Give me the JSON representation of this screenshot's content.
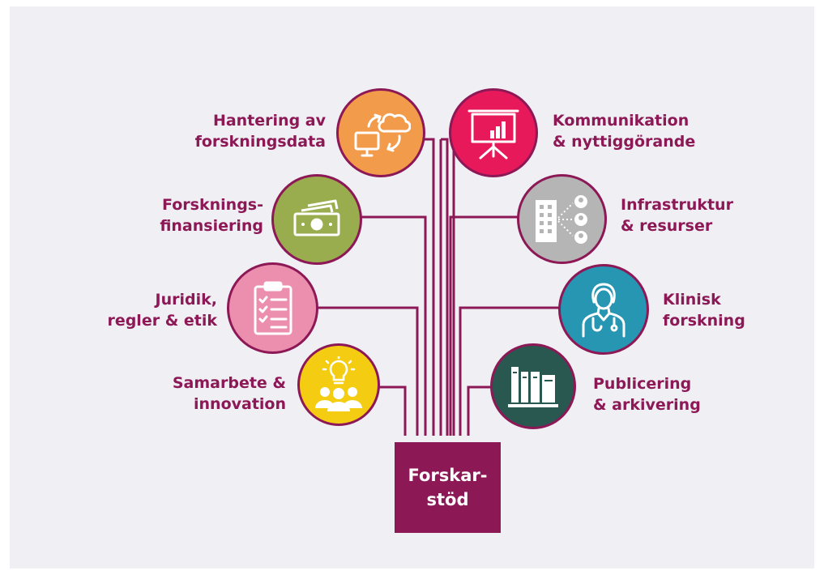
{
  "diagram": {
    "root": {
      "line1": "Forskar-",
      "line2": "stöd"
    },
    "colors": {
      "accent": "#8d1856",
      "background": "#efeff4",
      "data_management": "#f29b4b",
      "funding": "#9aad4e",
      "legal": "#ec8fae",
      "collaboration": "#f4cd12",
      "communication": "#e8195a",
      "infrastructure": "#b5b5b5",
      "clinical": "#2796b2",
      "publishing": "#285850"
    },
    "branches": [
      {
        "id": "data-management",
        "line1": "Hantering av",
        "line2": "forskningsdata",
        "icon": "computer-cloud-sync-icon"
      },
      {
        "id": "funding",
        "line1": "Forsknings-",
        "line2": "finansiering",
        "icon": "banknotes-icon"
      },
      {
        "id": "legal",
        "line1": "Juridik,",
        "line2": "regler & etik",
        "icon": "clipboard-checklist-icon"
      },
      {
        "id": "collaboration",
        "line1": "Samarbete &",
        "line2": "innovation",
        "icon": "lightbulb-team-icon"
      },
      {
        "id": "communication",
        "line1": "Kommunikation",
        "line2": "& nyttiggörande",
        "icon": "presentation-board-icon"
      },
      {
        "id": "infrastructure",
        "line1": "Infrastruktur",
        "line2": "& resurser",
        "icon": "building-network-icon"
      },
      {
        "id": "clinical",
        "line1": "Klinisk",
        "line2": "forskning",
        "icon": "doctor-icon"
      },
      {
        "id": "publishing",
        "line1": "Publicering",
        "line2": "& arkivering",
        "icon": "books-archive-icon"
      }
    ]
  }
}
